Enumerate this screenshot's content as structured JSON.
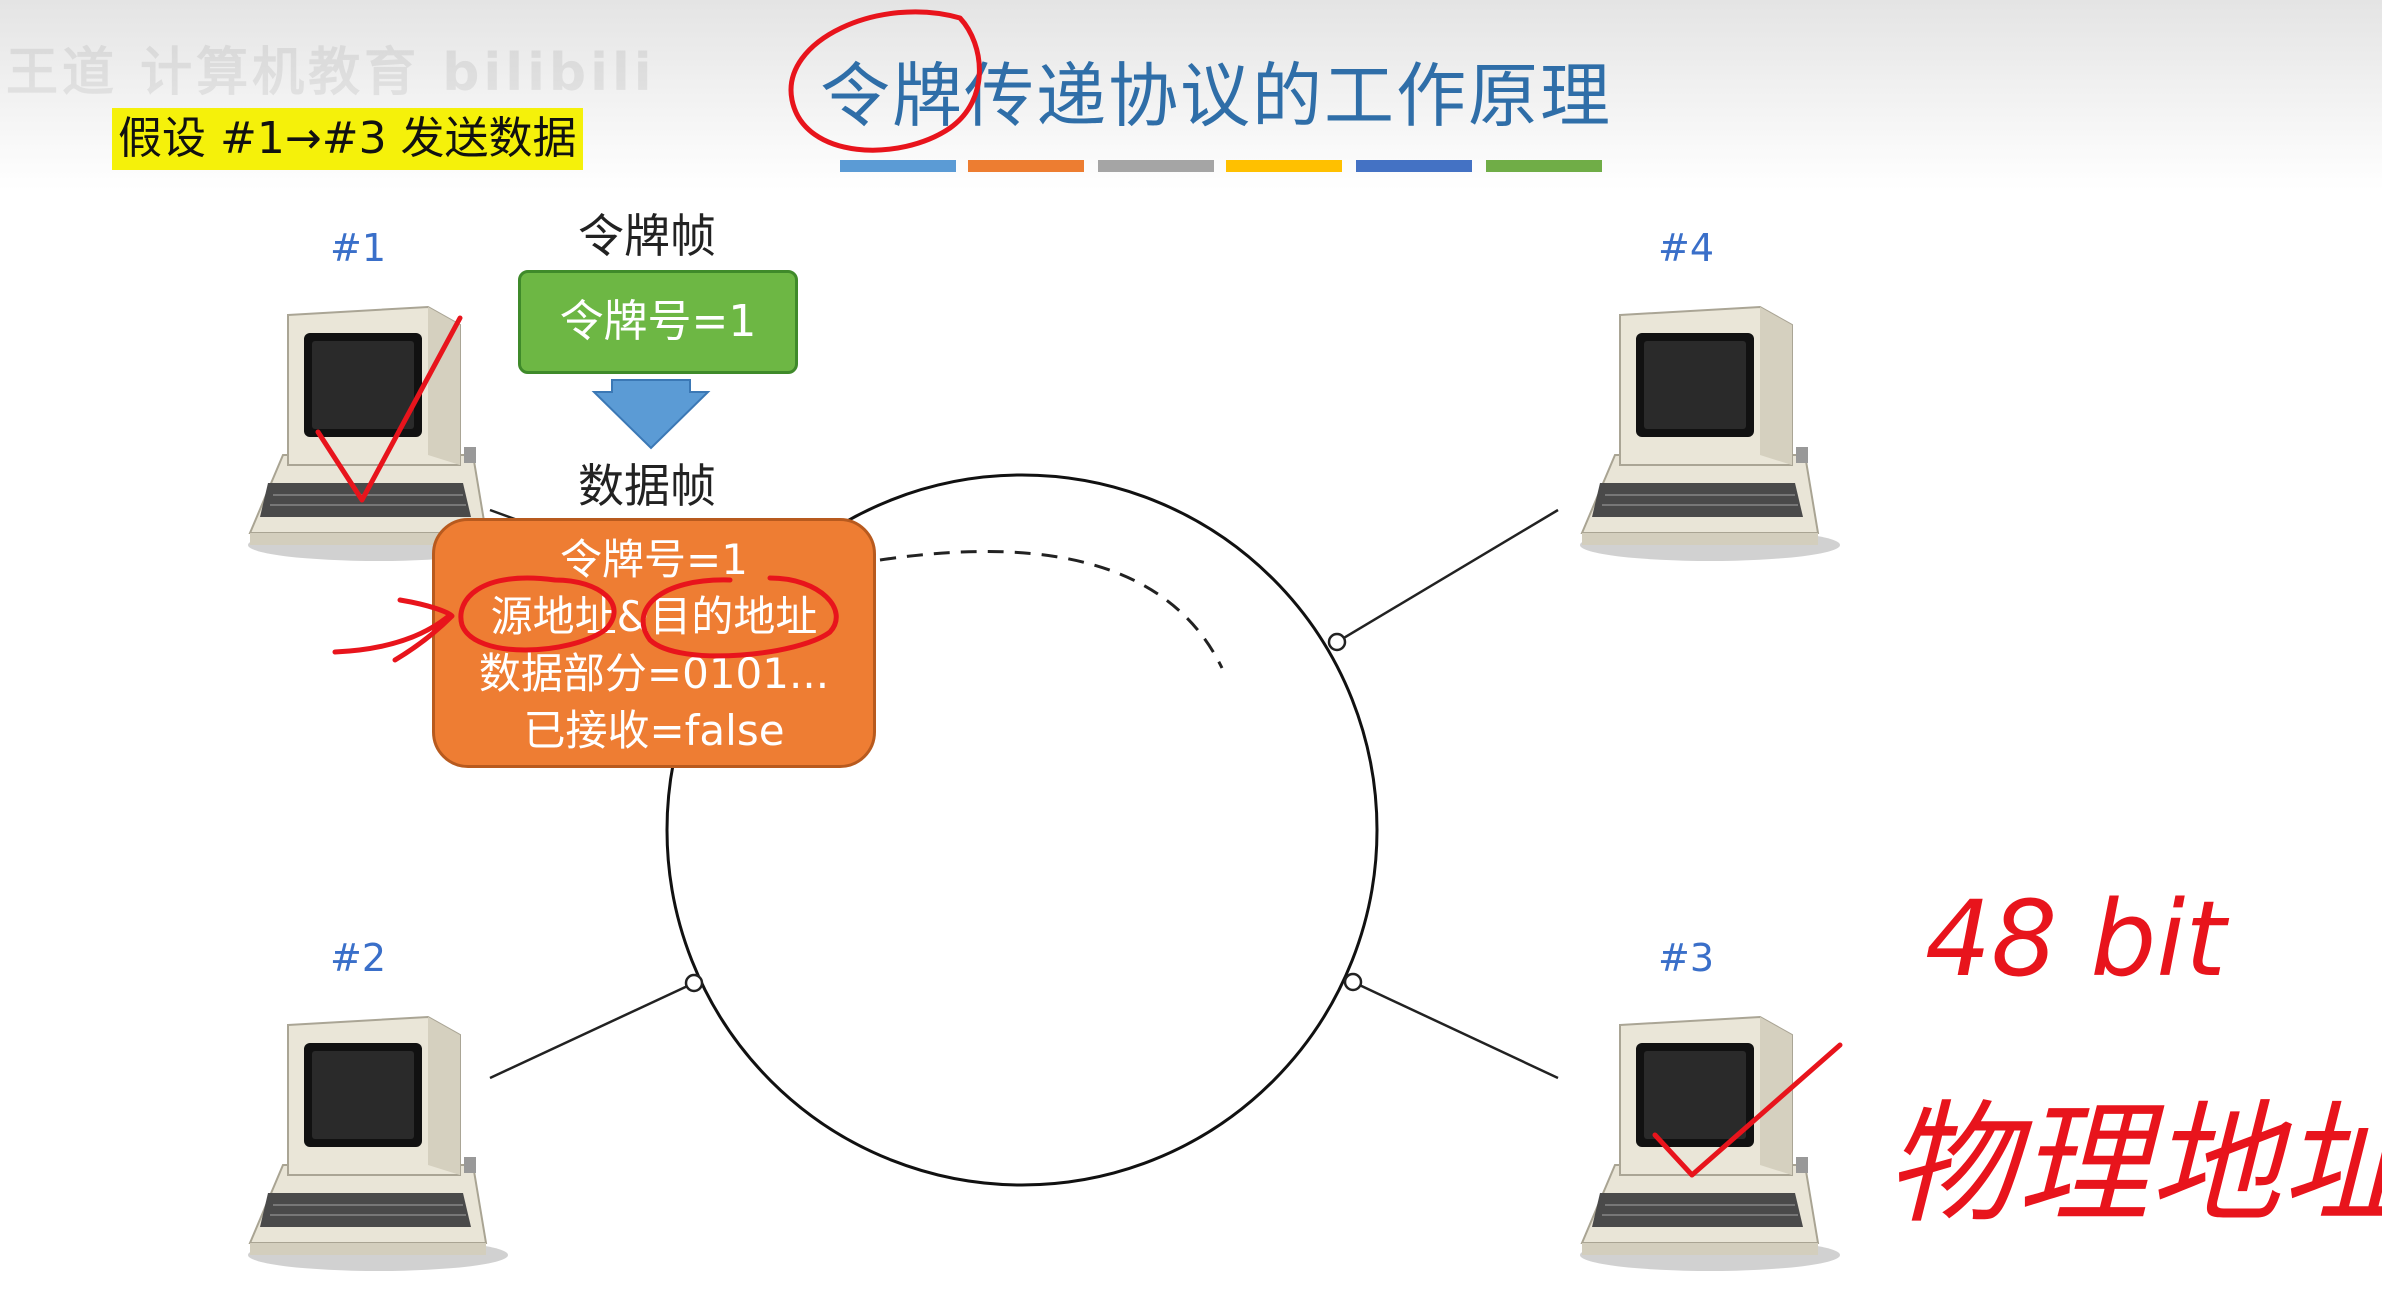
{
  "header": {
    "watermark": "王道 计算机教育 bilibili",
    "assumption": "假设 #1→#3 发送数据",
    "title": "令牌传递协议的工作原理",
    "title_bar_colors": [
      "#5b9bd5",
      "#ed7d31",
      "#a5a5a5",
      "#ffc000",
      "#4472c4",
      "#70ad47"
    ]
  },
  "nodes": [
    {
      "id": "n1",
      "label": "#1"
    },
    {
      "id": "n2",
      "label": "#2"
    },
    {
      "id": "n3",
      "label": "#3"
    },
    {
      "id": "n4",
      "label": "#4"
    }
  ],
  "token_frame": {
    "caption": "令牌帧",
    "text": "令牌号=1",
    "fill": "#6db744"
  },
  "data_frame": {
    "caption": "数据帧",
    "lines": [
      "令牌号=1",
      "源地址&目的地址",
      "数据部分=0101...",
      "已接收=false"
    ],
    "fill": "#ee7d33"
  },
  "annotations": {
    "handwriting_color": "#e8141c",
    "note_bits": "48 bit",
    "note_physical_address": "物理地址"
  }
}
